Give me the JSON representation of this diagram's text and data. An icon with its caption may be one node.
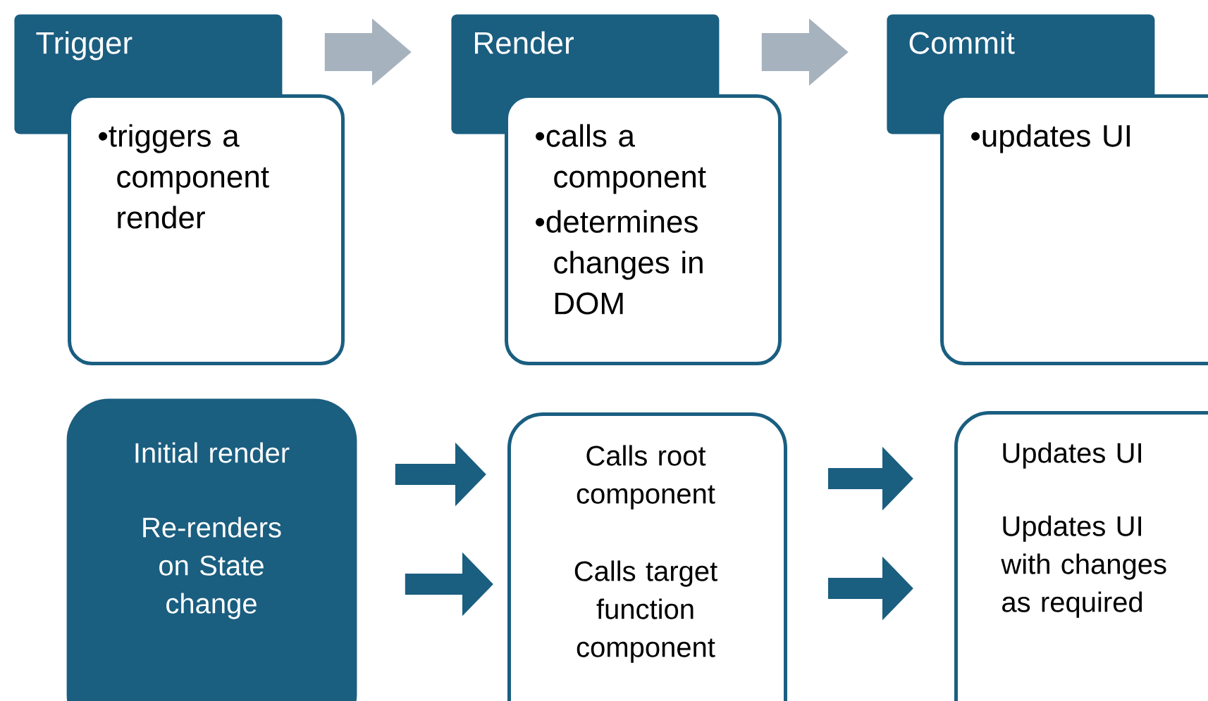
{
  "diagram": {
    "nodes": [
      {
        "text": [
          "Trigger"
        ]
      },
      {
        "text": [
          "•triggers a component render"
        ]
      },
      {
        "text": [
          "Render"
        ]
      },
      {
        "text": [
          "•calls a component",
          "•determines changes in DOM"
        ]
      },
      {
        "text": [
          "Commit"
        ]
      },
      {
        "text": [
          "•updates UI"
        ]
      },
      {
        "text": [
          "Initial render",
          "Re-renders on State change"
        ]
      },
      {
        "text": [
          "Calls root component",
          "Calls target function component"
        ]
      },
      {
        "text": [
          "Updates UI",
          "Updates UI with changes as required"
        ]
      }
    ],
    "edges": [
      {
        "from": 0,
        "to": 2,
        "arrow": "to",
        "style": "thick",
        "color": "#a6b2bd"
      },
      {
        "from": 2,
        "to": 4,
        "arrow": "to",
        "style": "thick",
        "color": "#a6b2bd"
      },
      {
        "from": 6,
        "to": 7,
        "arrow": "to"
      },
      {
        "from": 6,
        "to": 7,
        "arrow": "to"
      },
      {
        "from": 7,
        "to": 8,
        "arrow": "to"
      },
      {
        "from": 7,
        "to": 8,
        "arrow": "to"
      }
    ]
  }
}
